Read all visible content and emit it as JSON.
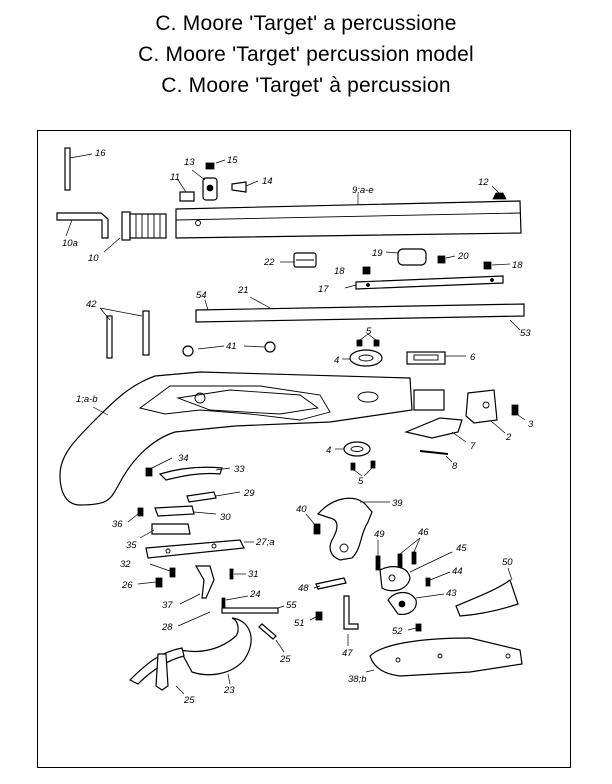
{
  "titles": {
    "italian": "C. Moore 'Target' a percussione",
    "english": "C. Moore 'Target' percussion model",
    "french": "C. Moore 'Target' à percussion"
  },
  "labels": {
    "p16": "16",
    "p13": "13",
    "p15": "15",
    "p11": "11",
    "p14": "14",
    "p9": "9;a-e",
    "p12": "12",
    "p10a": "10a",
    "p10": "10",
    "p22": "22",
    "p19": "19",
    "p20": "20",
    "p18a": "18",
    "p18b": "18",
    "p17": "17",
    "p54": "54",
    "p21": "21",
    "p53": "53",
    "p42": "42",
    "p5a": "5",
    "p41": "41",
    "p4a": "4",
    "p6": "6",
    "p1": "1;a-b",
    "p3": "3",
    "p2": "2",
    "p7": "7",
    "p4b": "4",
    "p8": "8",
    "p5b": "5",
    "p34": "34",
    "p33": "33",
    "p29": "29",
    "p39": "39",
    "p40": "40",
    "p36": "36",
    "p30": "30",
    "p35": "35",
    "p27": "27;a",
    "p49": "49",
    "p46": "46",
    "p45": "45",
    "p50": "50",
    "p32": "32",
    "p31": "31",
    "p44": "44",
    "p26": "26",
    "p48": "48",
    "p43": "43",
    "p37": "37",
    "p24": "24",
    "p55": "55",
    "p51": "51",
    "p52": "52",
    "p28": "28",
    "p25a": "25",
    "p47": "47",
    "p38": "38;b",
    "p25b": "25",
    "p23": "23"
  }
}
